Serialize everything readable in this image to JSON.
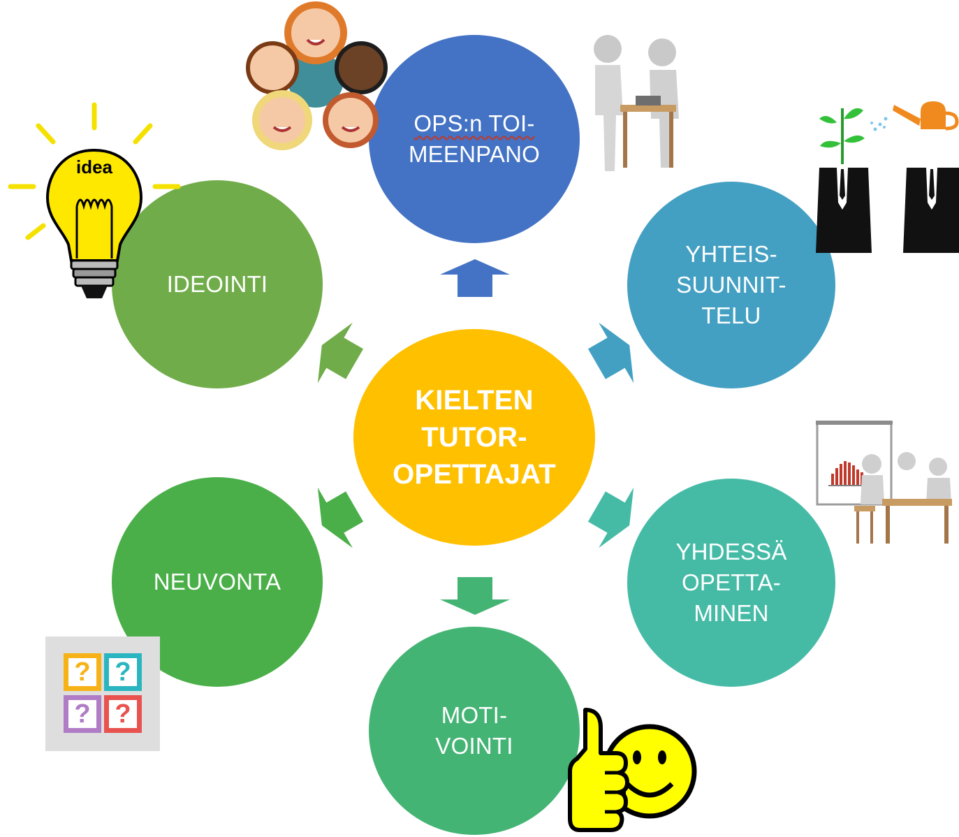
{
  "diagram": {
    "center": {
      "lines": [
        "KIELTEN",
        "TUTOR-",
        "OPETTAJAT"
      ],
      "color": "#ffc000"
    },
    "nodes": [
      {
        "id": "ops",
        "lines": [
          "OPS:n TOI-",
          "MEENPANO"
        ],
        "color": "#4472c4"
      },
      {
        "id": "yhteissuunnittelu",
        "lines": [
          "YHTEIS-",
          "SUUNNIT-",
          "TELU"
        ],
        "color": "#43a0c2"
      },
      {
        "id": "yhdessa",
        "lines": [
          "YHDESSÄ",
          "OPETTA-",
          "MINEN"
        ],
        "color": "#45bba6"
      },
      {
        "id": "motivointi",
        "lines": [
          "MOTI-",
          "VOINTI"
        ],
        "color": "#44b474"
      },
      {
        "id": "neuvonta",
        "lines": [
          "NEUVONTA"
        ],
        "color": "#4aaf48"
      },
      {
        "id": "ideointi",
        "lines": [
          "IDEOINTI"
        ],
        "color": "#71ac4a"
      }
    ]
  },
  "decorations": {
    "lightbulb_label": "idea",
    "question_mark": "?",
    "icons": [
      "children-huddle-icon",
      "people-at-table-icon",
      "plant-watering-icon",
      "meeting-presentation-icon",
      "thumbs-up-smiley-icon",
      "question-marks-icon",
      "lightbulb-icon"
    ]
  }
}
